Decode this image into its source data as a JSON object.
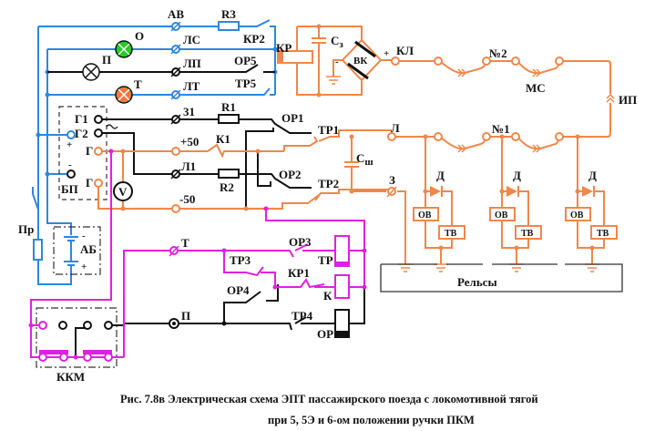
{
  "colors": {
    "blue_circuit": "#2f86e0",
    "black_circuit": "#111111",
    "orange_circuit": "#f0874a",
    "magenta_circuit": "#e020e0",
    "lamp_o": "#22cc22",
    "lamp_t": "#f07840",
    "lamp_p": "#ffffff"
  },
  "labels": {
    "av": "АВ",
    "r3": "R3",
    "kr2": "КР2",
    "kr": "КР",
    "lamp_o": "О",
    "lamp_p": "П",
    "lamp_t": "Т",
    "ls": "ЛС",
    "lp": "ЛП",
    "lt": "ЛТ",
    "or5": "ОР5",
    "tr5": "ТР5",
    "g1": "Г1",
    "g2": "Г2",
    "g_plus": "Г",
    "g_minus": "Г",
    "plus": "+",
    "minus": "-",
    "ac": "~",
    "bp": "БП",
    "t31": "31",
    "r1": "R1",
    "or1": "ОР1",
    "tr1": "ТР1",
    "plus50": "+50",
    "k1": "К1",
    "l1": "Л1",
    "r2": "R2",
    "or2": "ОР2",
    "tr2": "ТР2",
    "minus50": "-50",
    "voltmeter": "V",
    "c3": "С",
    "c3_sub": "з",
    "vk": "ВК",
    "kl": "КЛ",
    "no2": "№2",
    "ms": "МС",
    "ip": "ИП",
    "l": "Л",
    "no1": "№1",
    "csh": "С",
    "csh_sub": "ш",
    "z": "З",
    "d": "Д",
    "ov": "ОВ",
    "tv": "ТВ",
    "rails": "Рельсы",
    "pr": "Пр",
    "ab": "АБ",
    "t_term": "Т",
    "or3": "ОР3",
    "tr_coil": "ТР",
    "tr3": "ТР3",
    "kr1": "КР1",
    "k_coil": "К",
    "or4": "ОР4",
    "p_term": "П",
    "tr4": "ТР4",
    "or_coil": "ОР",
    "kkm": "ККМ"
  },
  "caption": {
    "line1": "Рис. 7.8в   Электрическая схема ЭПТ пассажирского поезда с локомотивной тягой",
    "line2": "при 5, 5Э и 6-ом положении ручки ПКМ"
  }
}
